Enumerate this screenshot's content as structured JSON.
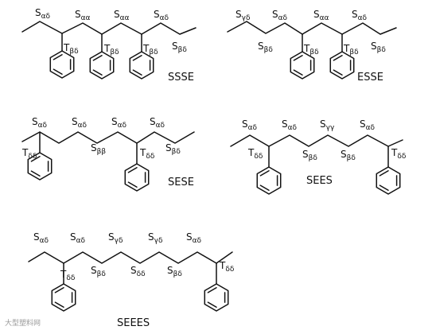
{
  "diagram": {
    "structures": [
      {
        "name": "SSSE",
        "chain_labels": [
          {
            "main": "S",
            "sub": "αδ"
          },
          {
            "main": "S",
            "sub": "αα"
          },
          {
            "main": "S",
            "sub": "αα"
          },
          {
            "main": "S",
            "sub": "αδ"
          },
          {
            "main": "S",
            "sub": "βδ"
          }
        ],
        "branch_labels": [
          {
            "main": "T",
            "sub": "βδ"
          },
          {
            "main": "T",
            "sub": "βδ"
          },
          {
            "main": "T",
            "sub": "βδ"
          }
        ]
      },
      {
        "name": "ESSE",
        "chain_labels": [
          {
            "main": "S",
            "sub": "γδ"
          },
          {
            "main": "S",
            "sub": "αδ"
          },
          {
            "main": "S",
            "sub": "αα"
          },
          {
            "main": "S",
            "sub": "αδ"
          },
          {
            "main": "S",
            "sub": "βδ"
          },
          {
            "main": "S",
            "sub": "βδ"
          }
        ],
        "branch_labels": [
          {
            "main": "T",
            "sub": "βδ"
          },
          {
            "main": "T",
            "sub": "βδ"
          }
        ]
      },
      {
        "name": "SESE",
        "chain_labels": [
          {
            "main": "S",
            "sub": "αδ"
          },
          {
            "main": "S",
            "sub": "αδ"
          },
          {
            "main": "S",
            "sub": "αδ"
          },
          {
            "main": "S",
            "sub": "αδ"
          },
          {
            "main": "S",
            "sub": "ββ"
          },
          {
            "main": "S",
            "sub": "βδ"
          }
        ],
        "branch_labels": [
          {
            "main": "T",
            "sub": "δδ"
          },
          {
            "main": "T",
            "sub": "δδ"
          }
        ]
      },
      {
        "name": "SEES",
        "chain_labels": [
          {
            "main": "S",
            "sub": "αδ"
          },
          {
            "main": "S",
            "sub": "αδ"
          },
          {
            "main": "S",
            "sub": "γγ"
          },
          {
            "main": "S",
            "sub": "αδ"
          },
          {
            "main": "S",
            "sub": "βδ"
          },
          {
            "main": "S",
            "sub": "βδ"
          }
        ],
        "branch_labels": [
          {
            "main": "T",
            "sub": "δδ"
          },
          {
            "main": "T",
            "sub": "δδ"
          }
        ]
      },
      {
        "name": "SEEES",
        "chain_labels": [
          {
            "main": "S",
            "sub": "αδ"
          },
          {
            "main": "S",
            "sub": "αδ"
          },
          {
            "main": "S",
            "sub": "γδ"
          },
          {
            "main": "S",
            "sub": "γδ"
          },
          {
            "main": "S",
            "sub": "αδ"
          },
          {
            "main": "S",
            "sub": "βδ"
          },
          {
            "main": "S",
            "sub": "δδ"
          },
          {
            "main": "S",
            "sub": "βδ"
          }
        ],
        "branch_labels": [
          {
            "main": "T",
            "sub": "δδ"
          },
          {
            "main": "T",
            "sub": "δδ"
          }
        ]
      }
    ],
    "watermark": "大型塑料网"
  }
}
